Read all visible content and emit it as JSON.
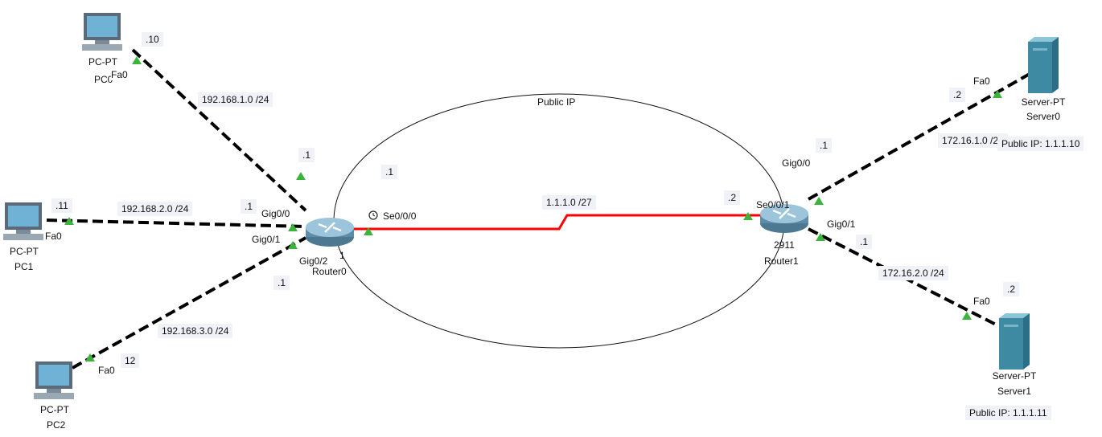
{
  "topology": {
    "region_label": "Public IP",
    "devices": {
      "pc0": {
        "model": "PC-PT",
        "name": "PC0",
        "port": "Fa0",
        "host": ".10"
      },
      "pc1": {
        "model": "PC-PT",
        "name": "PC1",
        "port": "Fa0",
        "host": ".11"
      },
      "pc2": {
        "model": "PC-PT",
        "name": "PC2",
        "port": "Fa0",
        "host": "12"
      },
      "router0": {
        "name": "Router0",
        "model": "1",
        "ports": [
          "Gig0/0",
          "Gig0/1",
          "Gig0/2",
          "Se0/0/0"
        ]
      },
      "router1": {
        "name": "Router1",
        "model": "2911",
        "ports": [
          "Se0/0/1",
          "Gig0/0",
          "Gig0/1"
        ]
      },
      "server0": {
        "model": "Server-PT",
        "name": "Server0",
        "port": "Fa0",
        "host": ".2",
        "public_ip": "Public IP: 1.1.1.10"
      },
      "server1": {
        "model": "Server-PT",
        "name": "Server1",
        "port": "Fa0",
        "host": ".2",
        "public_ip": "Public IP: 1.1.1.11"
      }
    },
    "networks": {
      "net1": "192.168.1.0 /24",
      "net2": "192.168.2.0 /24",
      "net3": "192.168.3.0 /24",
      "wan": "1.1.1.0 /27",
      "srv1": "172.16.1.0 /24",
      "srv2": "172.16.2.0 /24"
    },
    "addresses": {
      "r0_gig00": ".1",
      "r0_gig01": ".1",
      "r0_gig02": ".1",
      "r0_se": ".1",
      "r1_se": ".2",
      "r1_gig00": ".1",
      "r1_gig01": ".1"
    },
    "colors": {
      "ethernet_link": "#000000",
      "serial_link": "#ff0000",
      "port_up": "#3cb43c",
      "pc_screen": "#5aa0c8",
      "server_body": "#4a8fa8"
    }
  }
}
